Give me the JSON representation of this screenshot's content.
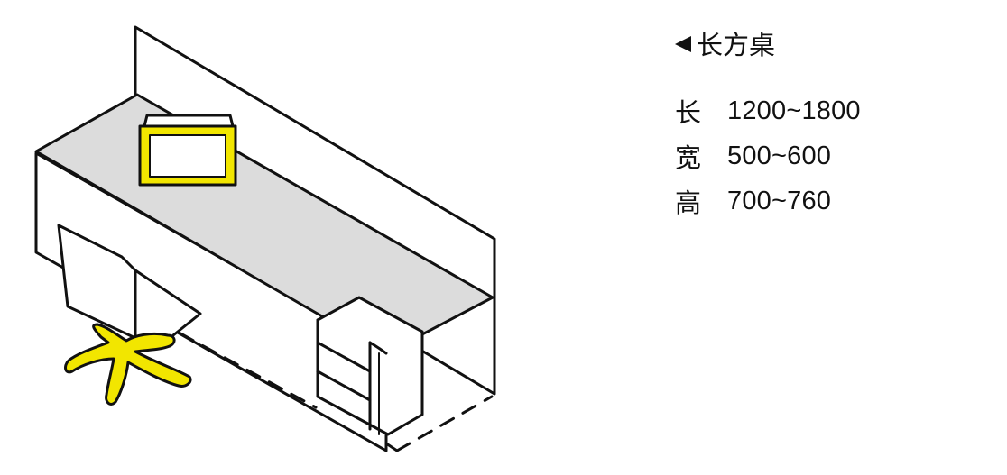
{
  "colors": {
    "line": "#111111",
    "desktop": "#dcdcdc",
    "accent": "#f2e600",
    "background": "#ffffff"
  },
  "illustration_items": [
    "desk",
    "partition-panel",
    "monitor",
    "office-chair",
    "drawer-cabinet",
    "floor-outline"
  ],
  "title": {
    "icon": "left-triangle-icon",
    "text": "长方桌"
  },
  "specs": [
    {
      "label": "长",
      "value": "1200~1800"
    },
    {
      "label": "宽",
      "value": "500~600"
    },
    {
      "label": "高",
      "value": "700~760"
    }
  ]
}
